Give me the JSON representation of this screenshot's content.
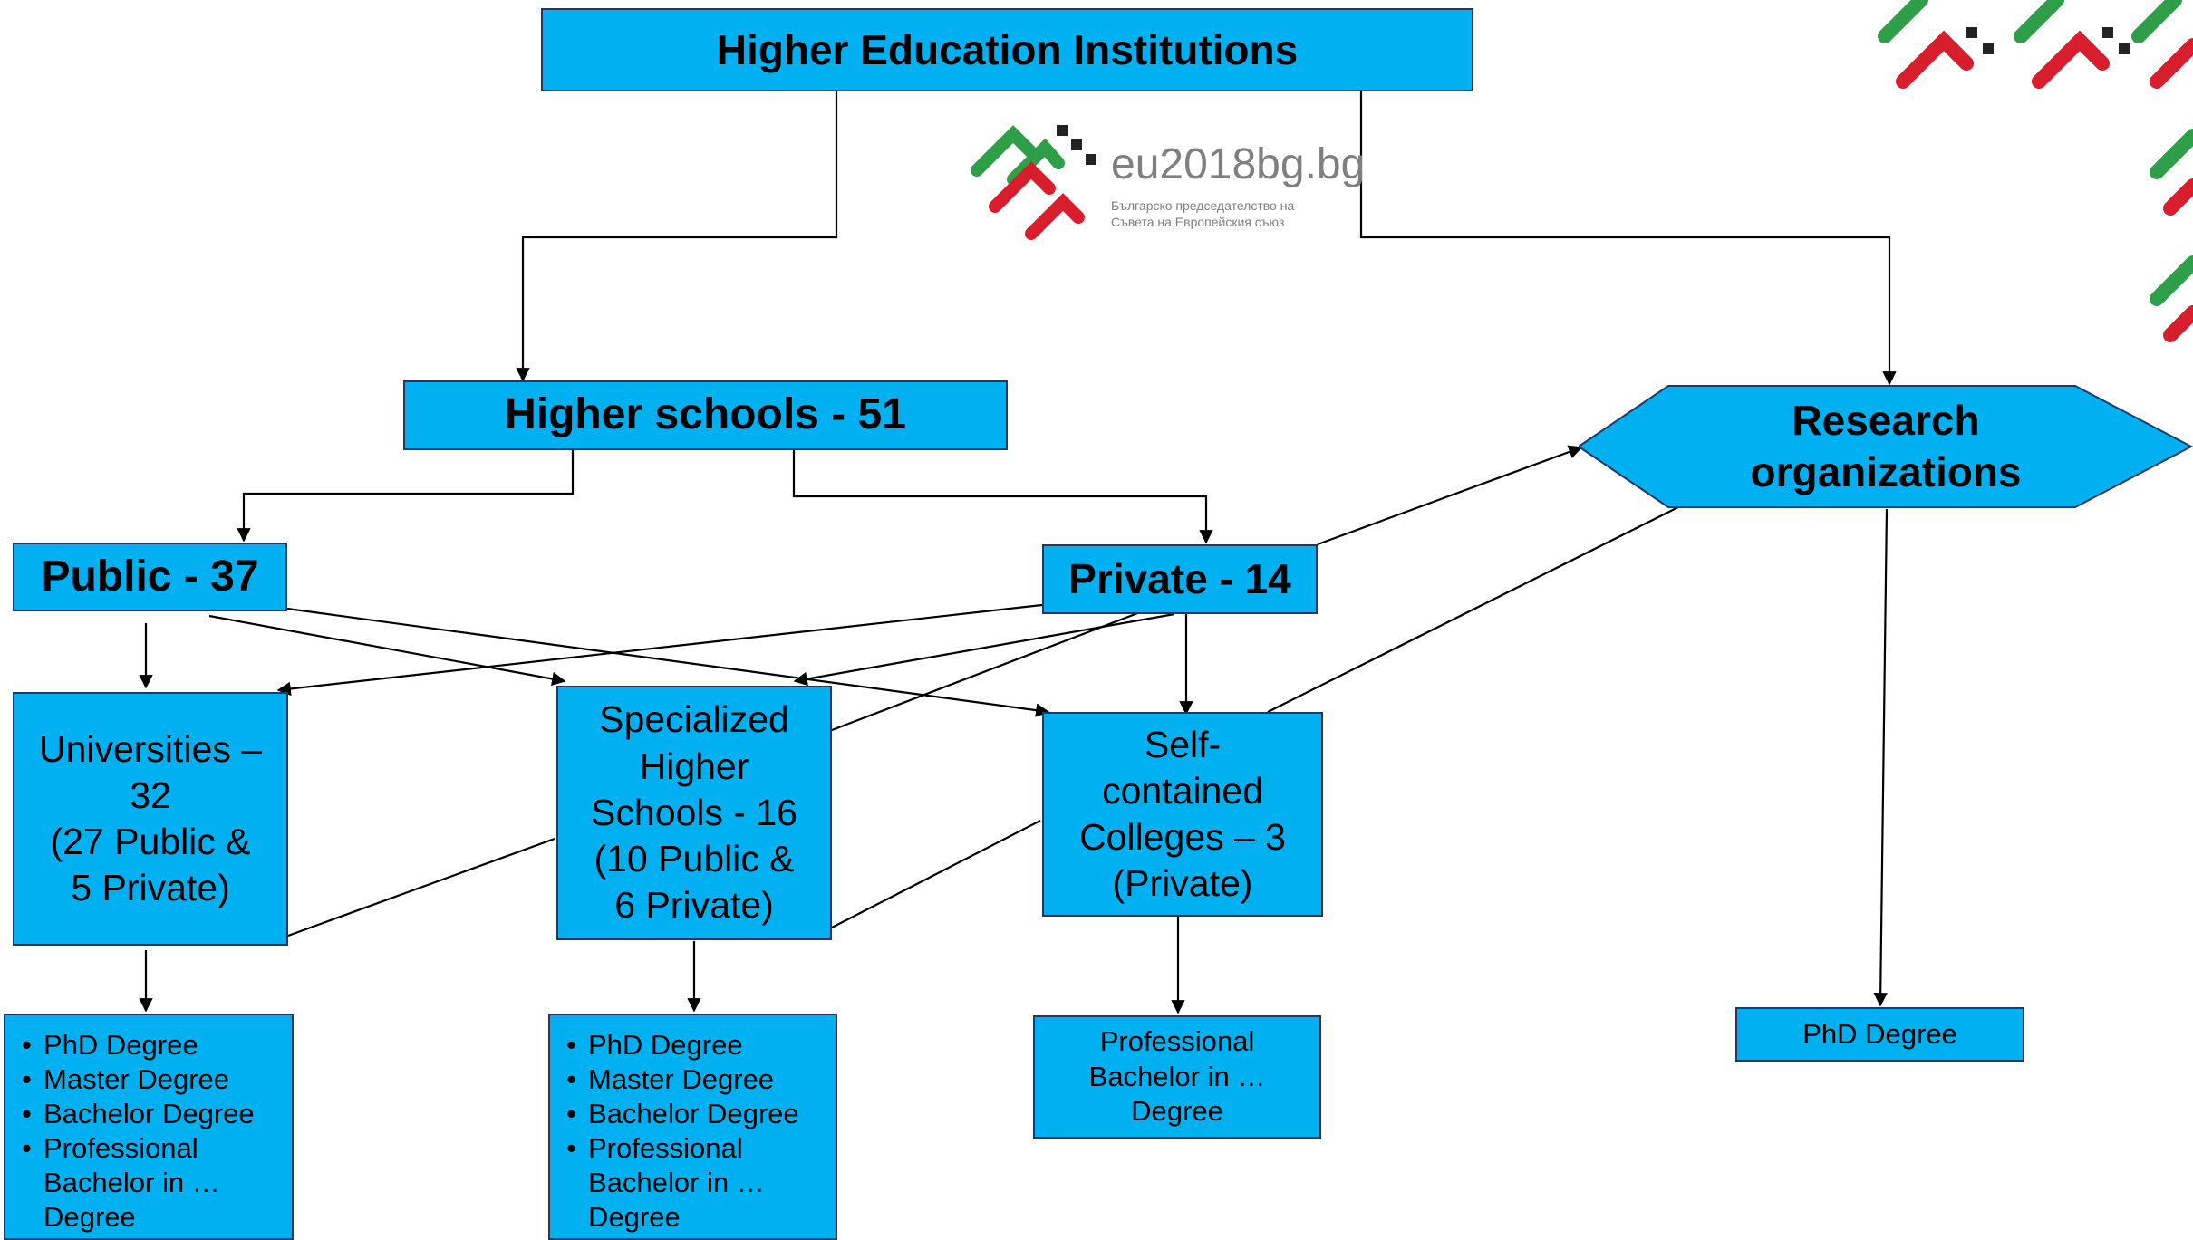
{
  "diagram": {
    "nodes": {
      "hei": "Higher Education Institutions",
      "higher_schools": "Higher schools - 51",
      "public": "Public - 37",
      "private": "Private - 14",
      "universities": [
        "Universities –",
        "32",
        "(27 Public &",
        "5 Private)"
      ],
      "specialized": [
        "Specialized",
        "Higher",
        "Schools  - 16",
        "(10 Public &",
        "6 Private)"
      ],
      "colleges": [
        "Self-",
        "contained",
        "Colleges – 3",
        "(Private)"
      ],
      "research": [
        "Research",
        "organizations"
      ]
    },
    "outputs": {
      "universities": [
        "PhD Degree",
        "Master Degree",
        "Bachelor Degree",
        "Professional Bachelor in … Degree"
      ],
      "specialized": [
        "PhD Degree",
        "Master Degree",
        "Bachelor Degree",
        "Professional Bachelor in … Degree"
      ],
      "colleges": [
        "Professional",
        "Bachelor in …",
        "Degree"
      ],
      "research": "PhD Degree"
    }
  },
  "logo": {
    "text": "eu2018bg.bg",
    "tagline": [
      "Българско председателство на",
      "Съвета на Европейския съюз"
    ]
  },
  "colors": {
    "box_fill": "#00b0f0",
    "box_border": "#1f3864",
    "connector": "#000000",
    "logo_green": "#2e9e48",
    "logo_red": "#d81e2c"
  }
}
